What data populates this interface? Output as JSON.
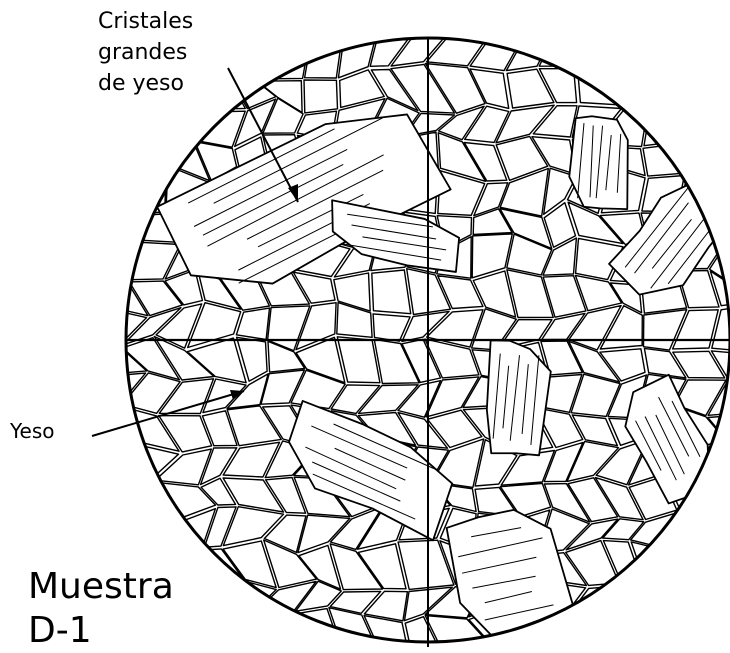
{
  "labels": {
    "cristales": [
      "Cristales",
      "grandes",
      "de yeso"
    ],
    "yeso": "Yeso",
    "sample": [
      "Muestra",
      "D-1"
    ]
  },
  "colors": {
    "ink": "#000000",
    "paper": "#ffffff"
  }
}
